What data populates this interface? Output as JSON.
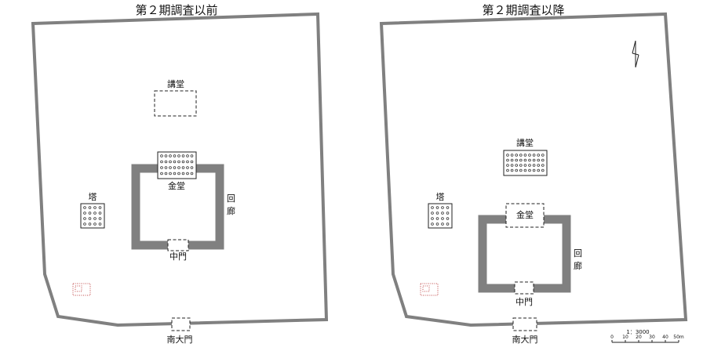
{
  "left": {
    "title": "第２期調査以前",
    "labels": {
      "kodo": "講堂",
      "kondo": "金堂",
      "to": "塔",
      "kairo": "回\n廊",
      "chumon": "中門",
      "nandaimon": "南大門"
    }
  },
  "right": {
    "title": "第２期調査以降",
    "labels": {
      "kodo": "講堂",
      "kondo": "金堂",
      "to": "塔",
      "kairo": "回\n廊",
      "chumon": "中門",
      "nandaimon": "南大門"
    }
  },
  "scale": {
    "ratio": "1：3000",
    "ticks": [
      "0",
      "10",
      "20",
      "30",
      "40",
      "50m"
    ]
  },
  "icons": {
    "north": "north-arrow-icon"
  },
  "colors": {
    "wall": "#808080",
    "outline": "#222222",
    "site_mark": "#c04848"
  }
}
